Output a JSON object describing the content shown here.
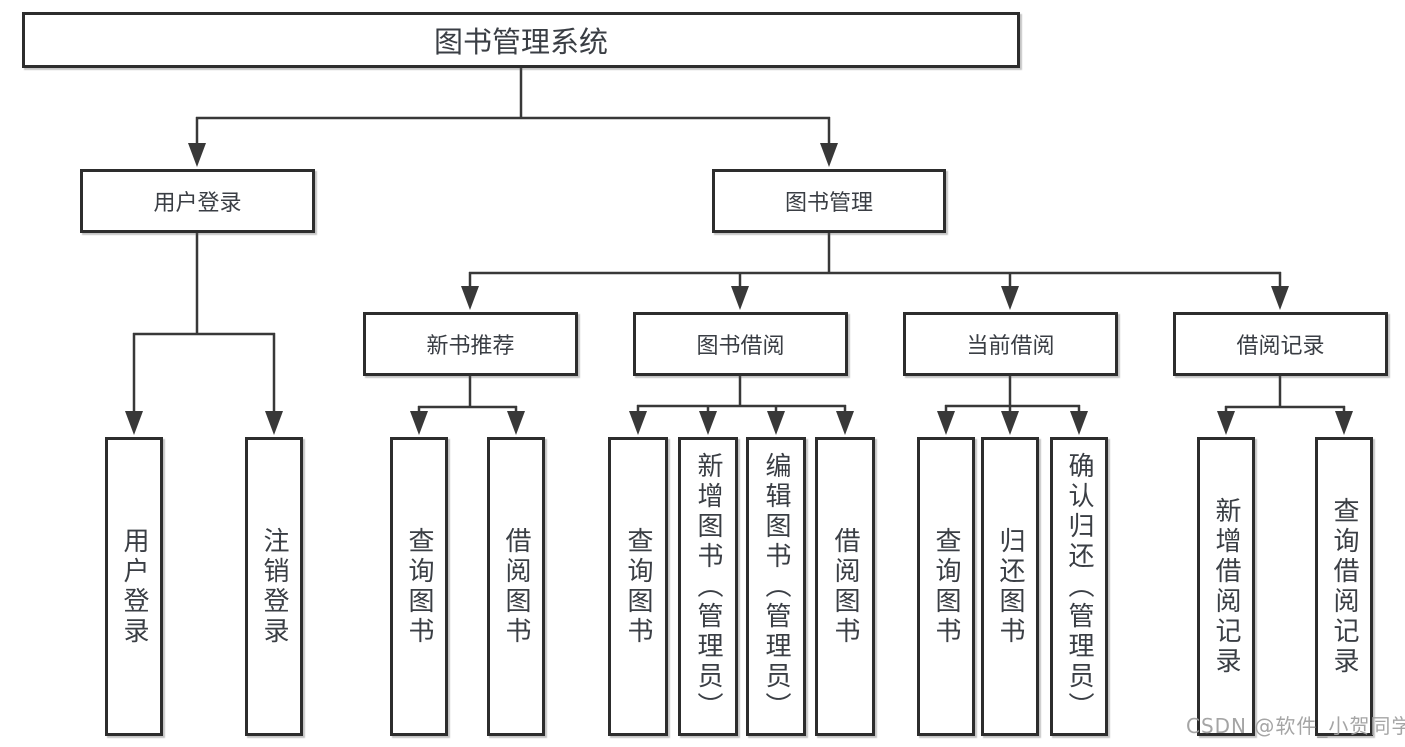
{
  "diagram": {
    "root": {
      "label": "图书管理系统"
    },
    "branches": [
      {
        "label": "用户登录",
        "children": [
          {
            "label": "用户登录"
          },
          {
            "label": "注销登录"
          }
        ]
      },
      {
        "label": "图书管理",
        "children": [
          {
            "label": "新书推荐",
            "children": [
              {
                "label": "查询图书"
              },
              {
                "label": "借阅图书"
              }
            ]
          },
          {
            "label": "图书借阅",
            "children": [
              {
                "label": "查询图书"
              },
              {
                "label": "新增图书（管理员）"
              },
              {
                "label": "编辑图书（管理员）"
              },
              {
                "label": "借阅图书"
              }
            ]
          },
          {
            "label": "当前借阅",
            "children": [
              {
                "label": "查询图书"
              },
              {
                "label": "归还图书"
              },
              {
                "label": "确认归还（管理员）"
              }
            ]
          },
          {
            "label": "借阅记录",
            "children": [
              {
                "label": "新增借阅记录"
              },
              {
                "label": "查询借阅记录"
              }
            ]
          }
        ]
      }
    ]
  },
  "watermark": {
    "text": "CSDN @软件_小贺同学"
  },
  "colors": {
    "line": "#383838",
    "border": "#2d2d2d",
    "text": "#3a3e44",
    "watermark": "#a0a0a0",
    "background": "#ffffff"
  }
}
